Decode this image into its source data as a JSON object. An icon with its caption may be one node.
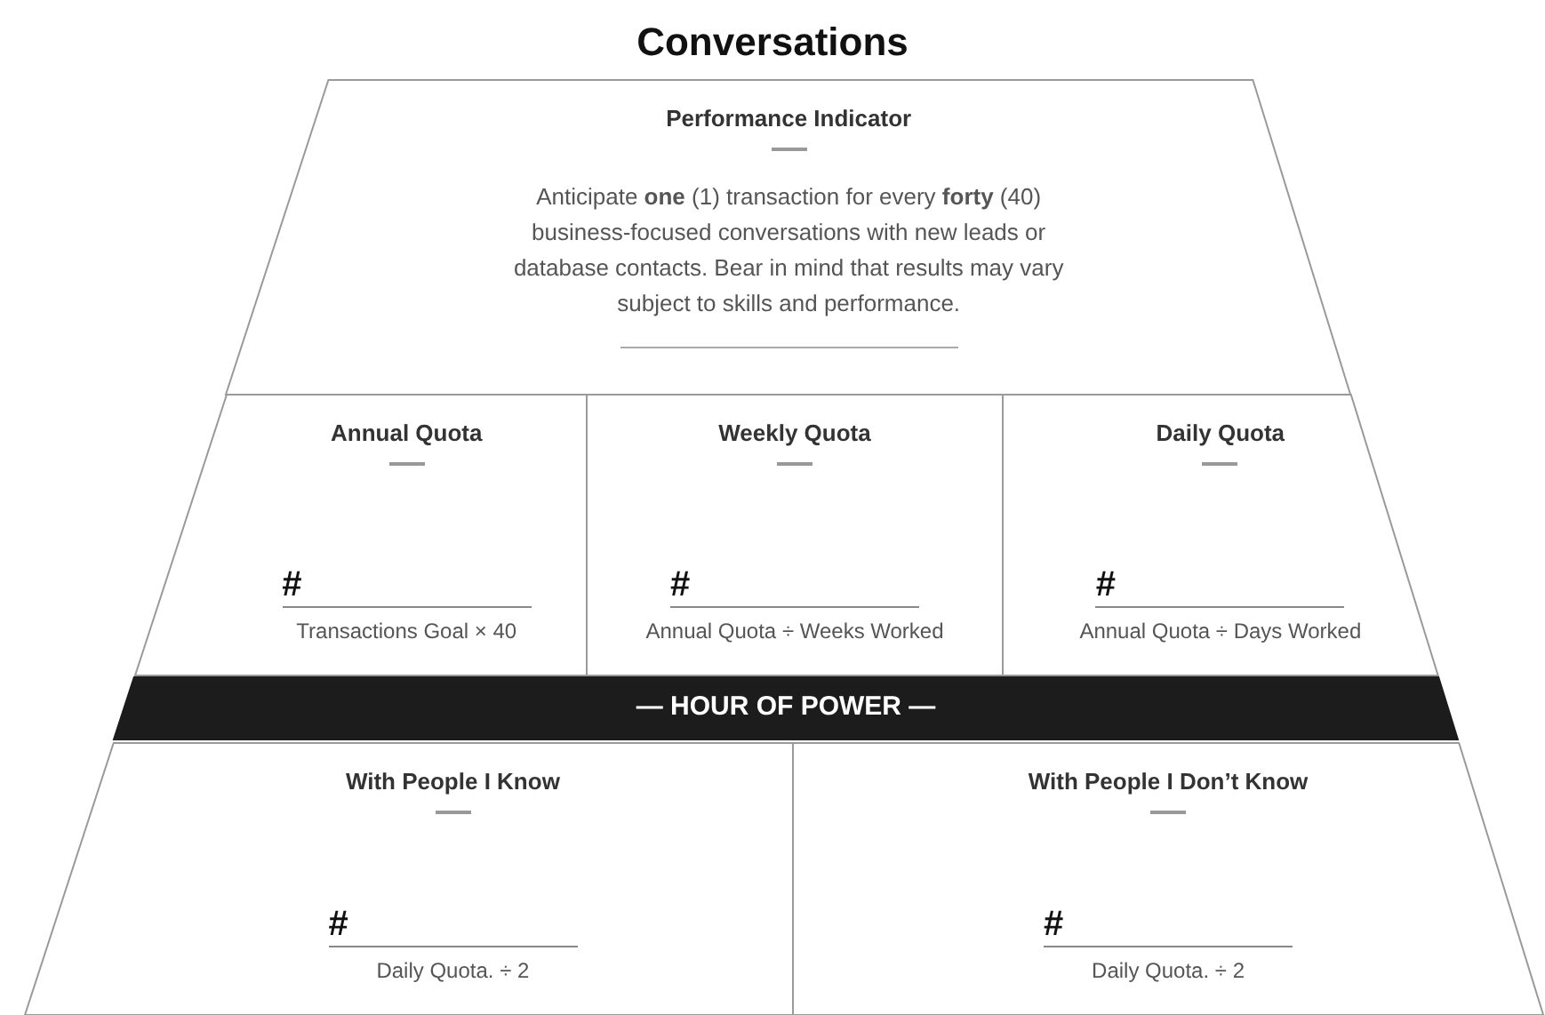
{
  "diagram": {
    "title": "Conversations",
    "nodes": [
      {
        "text": [
          "Performance Indicator",
          "Anticipate **one** (1) transaction for every **forty** (40) business-focused conversations with new leads or database contacts. Bear in mind that results may vary subject to skills and performance."
        ]
      },
      {
        "text": [
          "Annual Quota",
          "#",
          "Transactions Goal × 40"
        ]
      },
      {
        "text": [
          "Weekly Quota",
          "#",
          "Annual Quota ÷ Weeks Worked"
        ]
      },
      {
        "text": [
          "Daily Quota",
          "#",
          "Annual Quota ÷ Days Worked"
        ]
      },
      {
        "text": [
          "— HOUR OF POWER —"
        ]
      },
      {
        "text": [
          "With People I Know",
          "#",
          "Daily Quota. ÷ 2"
        ]
      },
      {
        "text": [
          "With People I Don’t Know",
          "#",
          "Daily Quota. ÷ 2"
        ]
      }
    ]
  }
}
